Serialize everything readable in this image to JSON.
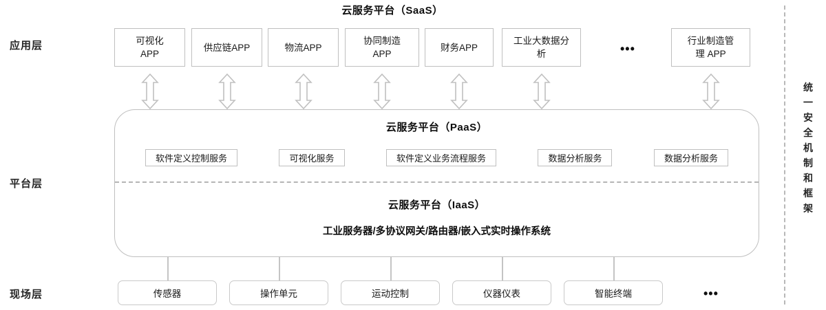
{
  "title": "云服务平台（SaaS）",
  "layers": [
    {
      "key": "application",
      "label": "应用层"
    },
    {
      "key": "platform",
      "label": "平台层"
    },
    {
      "key": "field",
      "label": "现场层"
    }
  ],
  "application_layer": {
    "apps": [
      {
        "label": "可视化APP",
        "line1": "可视化",
        "line2": "APP"
      },
      {
        "label": "供应链APP",
        "line1": "供应链APP",
        "line2": ""
      },
      {
        "label": "物流APP",
        "line1": "物流APP",
        "line2": ""
      },
      {
        "label": "协同制造APP",
        "line1": "协同制造",
        "line2": "APP"
      },
      {
        "label": "财务APP",
        "line1": "财务APP",
        "line2": ""
      },
      {
        "label": "工业大数据分析",
        "line1": "工业大数据分",
        "line2": "析"
      },
      {
        "label": "行业制造管理 APP",
        "line1": "行业制造管",
        "line2": "理 APP"
      }
    ],
    "ellipsis": "•••"
  },
  "platform_layer": {
    "paas_title": "云服务平台（PaaS）",
    "paas_services": [
      "软件定义控制服务",
      "可视化服务",
      "软件定义业务流程服务",
      "数据分析服务",
      "数据分析服务"
    ],
    "iaas_title": "云服务平台（IaaS）",
    "iaas_subtitle": "工业服务器/多协议网关/路由器/嵌入式实时操作系统"
  },
  "field_layer": {
    "nodes": [
      "传感器",
      "操作单元",
      "运动控制",
      "仪器仪表",
      "智能终端"
    ],
    "ellipsis": "•••"
  },
  "security_rail": {
    "label": "统一安全机制和框架",
    "chars": [
      "统",
      "一",
      "安",
      "全",
      "机",
      "制",
      "和",
      "框",
      "架"
    ]
  },
  "colors": {
    "border": "#bfbfbf",
    "divider": "#b5b5b5",
    "text": "#1a1a1a",
    "arrow_stroke": "#c0c0c0"
  }
}
